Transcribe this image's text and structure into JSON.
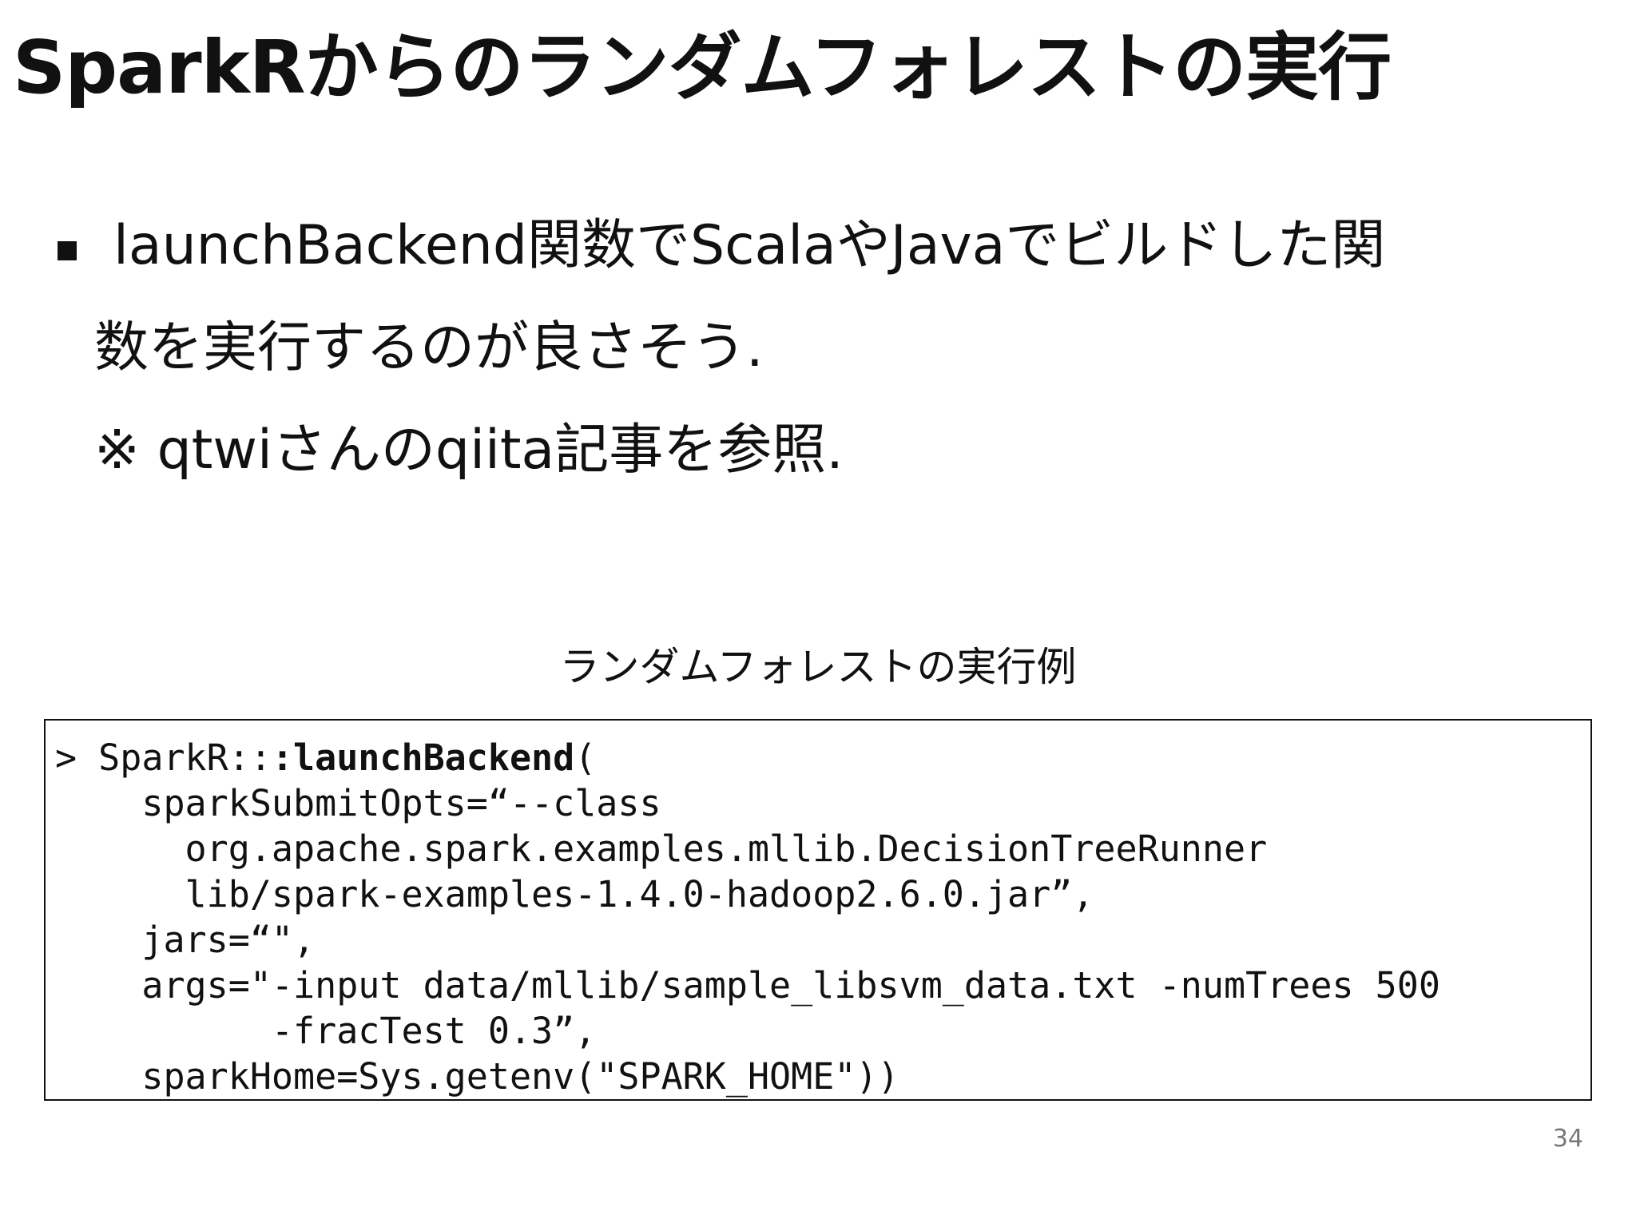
{
  "slide": {
    "title": "SparkRからのランダムフォレストの実行",
    "bullet": {
      "line1": "launchBackend関数でScalaやJavaでビルドした関",
      "line2": "数を実行するのが良さそう.",
      "line3": "※ qtwiさんのqiita記事を参照."
    },
    "code_caption": "ランダムフォレストの実行例",
    "code": {
      "line1_prefix": "> SparkR::",
      "line1_bold": ":launchBackend",
      "line1_suffix": "(",
      "line2": "    sparkSubmitOpts=“--class",
      "line3": "      org.apache.spark.examples.mllib.DecisionTreeRunner",
      "line4": "      lib/spark-examples-1.4.0-hadoop2.6.0.jar”,",
      "line5": "    jars=“\",",
      "line6": "    args=\"-input data/mllib/sample_libsvm_data.txt -numTrees 500",
      "line7": "          -fracTest 0.3”,",
      "line8": "    sparkHome=Sys.getenv(\"SPARK_HOME\"))"
    },
    "page_number": "34"
  }
}
